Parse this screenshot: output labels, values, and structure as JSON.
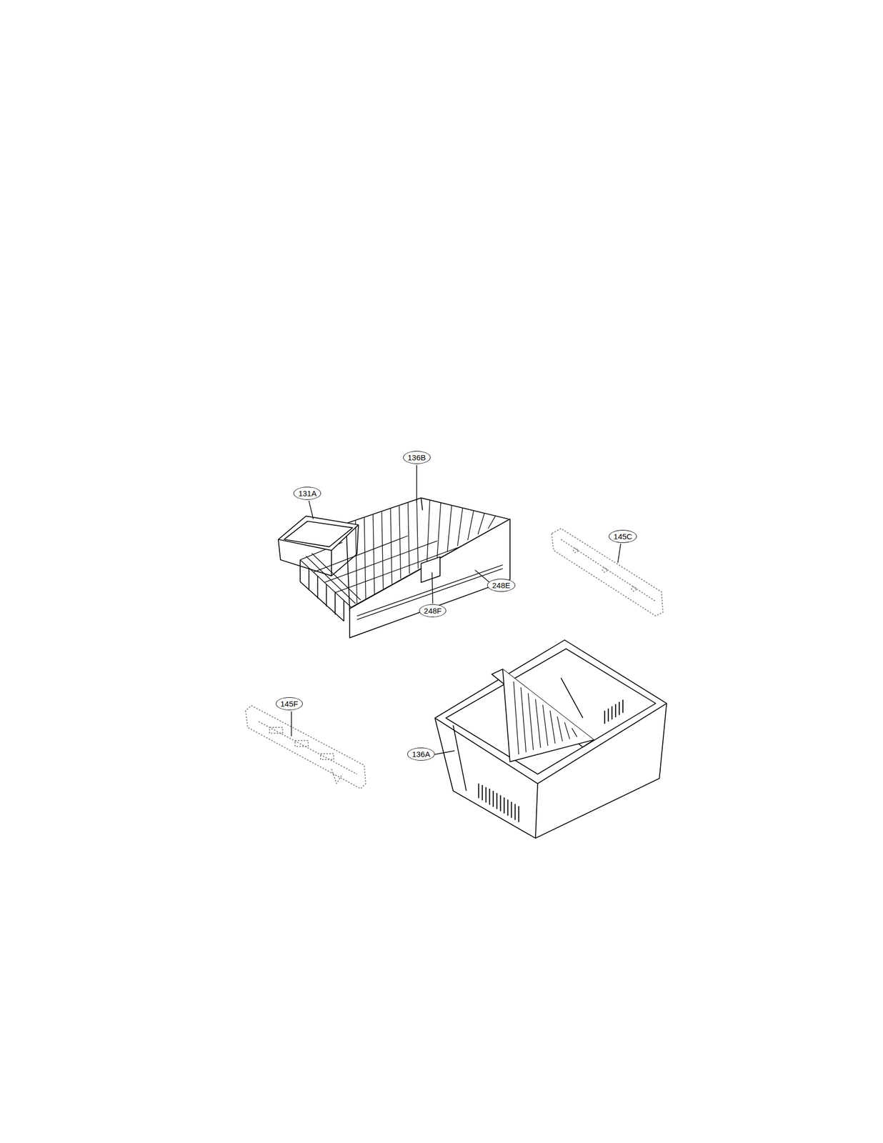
{
  "diagram": {
    "nodes": [
      {
        "text": [
          "136B"
        ]
      },
      {
        "text": [
          "131A"
        ]
      },
      {
        "text": [
          "145C"
        ]
      },
      {
        "text": [
          "248E"
        ]
      },
      {
        "text": [
          "248F"
        ]
      },
      {
        "text": [
          "145F"
        ]
      },
      {
        "text": [
          "136A"
        ]
      }
    ]
  }
}
